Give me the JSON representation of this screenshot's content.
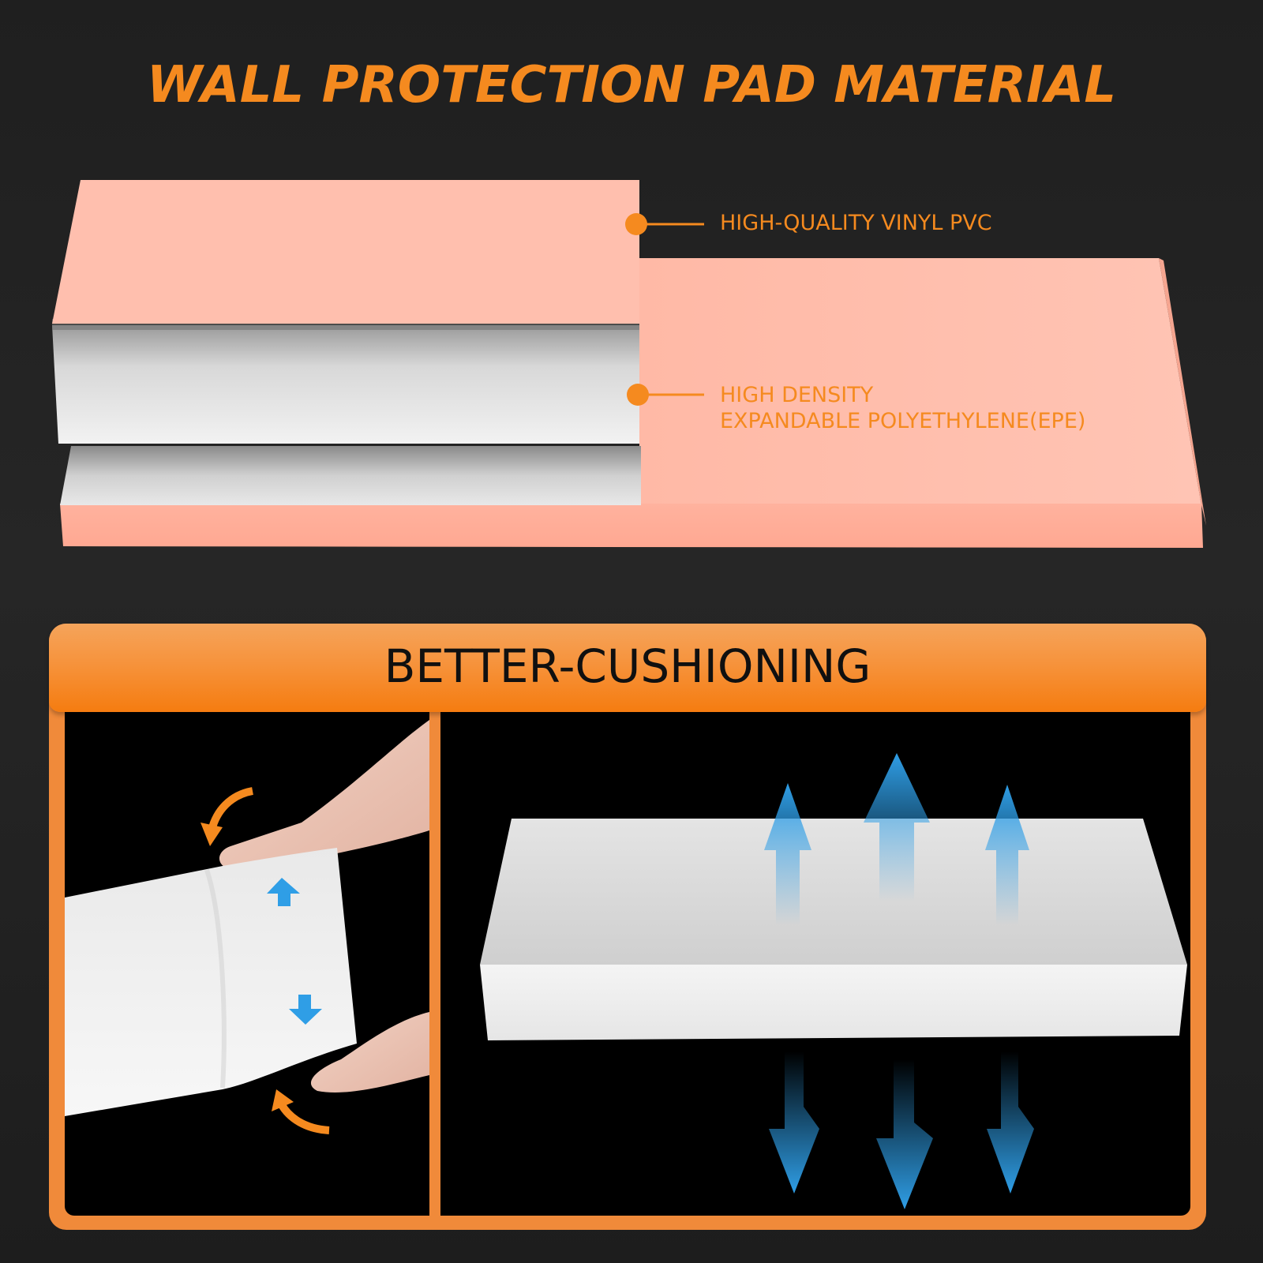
{
  "title": "WALL PROTECTION PAD MATERIAL",
  "callouts": {
    "pvc": "HIGH-QUALITY VINYL PVC",
    "epe_line1": "HIGH DENSITY",
    "epe_line2": "EXPANDABLE POLYETHYLENE(EPE)"
  },
  "panel": {
    "title": "BETTER-CUSHIONING"
  },
  "colors": {
    "accent": "#f58a1f",
    "pvc": "#ffbfae",
    "foam": "#eeeeee",
    "arrow_blue": "#2f9ee6",
    "background": "#222222"
  },
  "icons": {
    "callout_dot": "orange-dot-icon",
    "curved_arrow": "curved-arrow-icon",
    "blue_arrow": "blue-arrow-icon"
  }
}
